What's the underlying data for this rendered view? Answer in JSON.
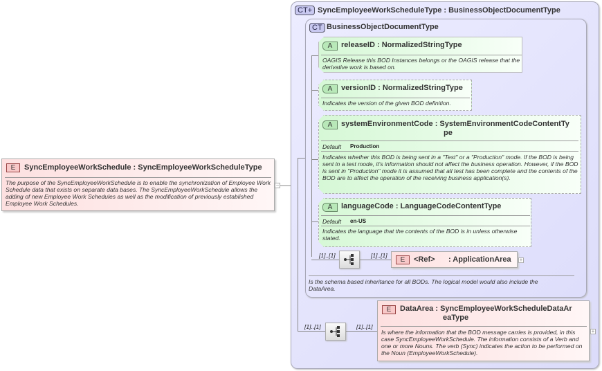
{
  "root": {
    "badge": "E",
    "title": "SyncEmployeeWorkSchedule : SyncEmployeeWorkScheduleType",
    "description": "The purpose of the SyncEmployeeWorkSchedule is to enable the synchronization of Employee Work Schedule data that exists on separate data bases.  The SyncEmployeeWorkSchedule allows the adding of new Employee Work Schedules as well as the modification of previously established Employee Work Schedules.",
    "toggle": "−"
  },
  "outer_type": {
    "badge": "CT+",
    "title": "SyncEmployeeWorkScheduleType : BusinessObjectDocumentType"
  },
  "inner_type": {
    "badge": "CT",
    "title": "BusinessObjectDocumentType",
    "description": "Is the schema based inheritance for all BODs. The logical model would also include the DataArea."
  },
  "attributes": [
    {
      "badge": "A",
      "title": "releaseID : NormalizedStringType",
      "description": "OAGIS Release this BOD Instances belongs or the OAGIS release that the derivative work is based on."
    },
    {
      "badge": "A",
      "title": "versionID : NormalizedStringType",
      "description": "Indicates the version of the given BOD definition."
    },
    {
      "badge": "A",
      "title_line1": "systemEnvironmentCode : SystemEnvironmentCodeContentTy",
      "title_line2": "pe",
      "default_label": "Default",
      "default_value": "Production",
      "description": "Indicates whether this BOD is being sent in a \"Test\" or a \"Production\" mode. If the BOD is being sent in a test mode, it's information should not affect the business operation. However, if the BOD is sent in \"Production\" mode it is assumed that all test has been complete and the contents of the BOD are to affect the operation of the receiving business application(s)."
    },
    {
      "badge": "A",
      "title": "languageCode : LanguageCodeContentType",
      "default_label": "Default",
      "default_value": "en-US",
      "description": "Indicates the language that the contents of the BOD is in unless otherwise stated."
    }
  ],
  "application_area": {
    "card_seq": "[1]..[1]",
    "card_el": "[1]..[1]",
    "badge": "E",
    "ref": "<Ref>",
    "title": ": ApplicationArea",
    "toggle": "+"
  },
  "data_area": {
    "card_seq": "[1]..[1]",
    "card_el": "[1]..[1]",
    "badge": "E",
    "title_line1": "DataArea : SyncEmployeeWorkScheduleDataAr",
    "title_line2": "eaType",
    "description": "Is where the information that the BOD message carries is provided, in this case SyncEmployeeWorkSchedule. The information consists of a Verb and one or more Nouns. The verb (Sync) indicates the action to be performed on the Noun (EmployeeWorkSchedule).",
    "toggle": "+"
  }
}
